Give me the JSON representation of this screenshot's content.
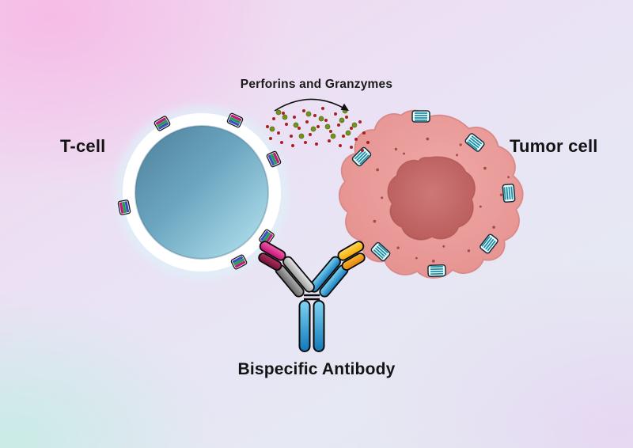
{
  "title": "Bispecific antibody mechanism diagram",
  "labels": {
    "t_cell": "T-cell",
    "tumor_cell": "Tumor cell",
    "secretion": "Perforins and Granzymes",
    "antibody": "Bispecific Antibody"
  },
  "icons": {
    "t_cell_receptor": "striped-receptor-icon",
    "tumor_antigen": "teal-striped-antigen-icon",
    "granzyme_dot": "olive-green-dot",
    "perforin_dot": "dark-red-dot",
    "secretion_arrow": "curved-arrow-icon"
  },
  "colors": {
    "t_cell_inner": "#6ba6c0",
    "t_cell_membrane": "#ffffff",
    "tumor_body": "#e69391",
    "tumor_nucleus": "#bc5f5f",
    "granzyme": "#75921d",
    "perforin": "#a62121",
    "antibody_blue": "#1f96d4",
    "antibody_gray": "#a8a8a8",
    "antibody_magenta": "#d6186e",
    "antibody_maroon": "#8a1b44",
    "antibody_yellow": "#ffc525",
    "antibody_orange": "#ef9413",
    "label_text": "#141414"
  }
}
